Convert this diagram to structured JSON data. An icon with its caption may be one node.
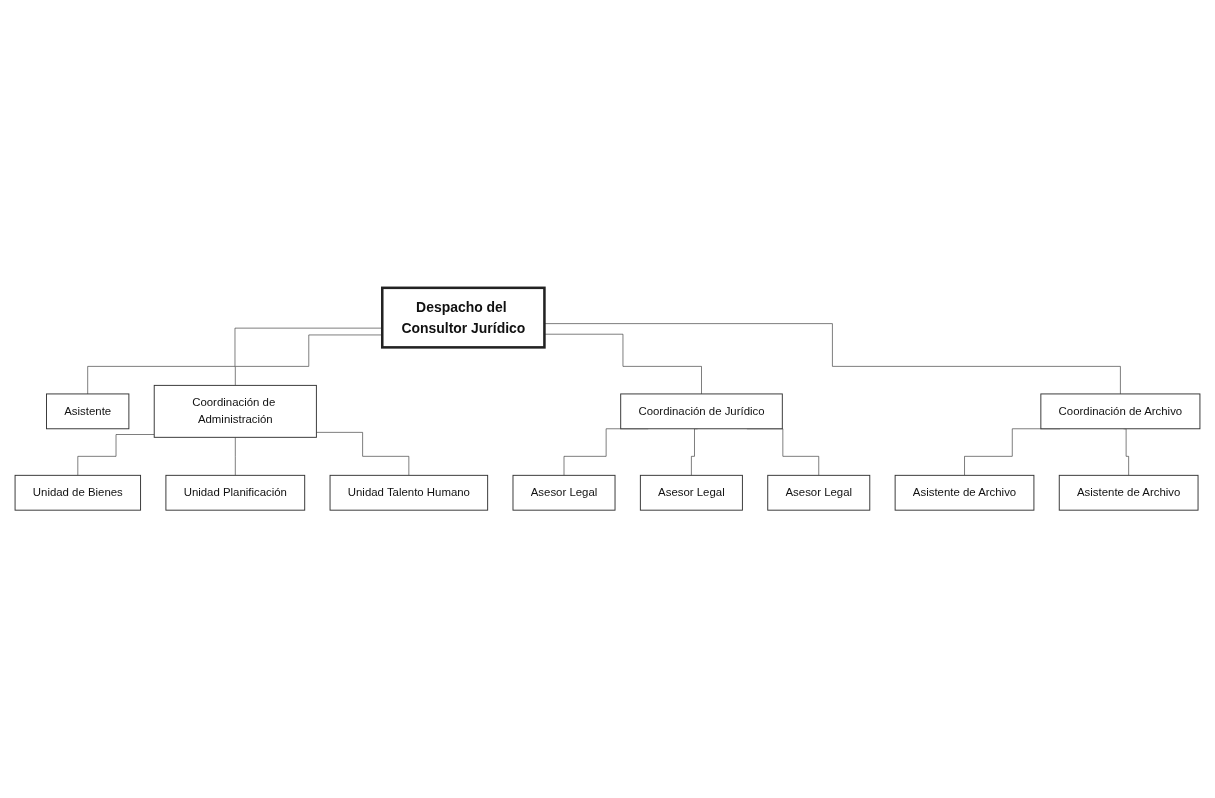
{
  "diagram": {
    "nodes": [
      {
        "text": [
          "Despacho del Consultor Jurídico"
        ]
      },
      {
        "text": [
          "Asistente"
        ]
      },
      {
        "text": [
          "Coordinación de Administración"
        ]
      },
      {
        "text": [
          "Unidad de Bienes"
        ]
      },
      {
        "text": [
          "Unidad Planificación"
        ]
      },
      {
        "text": [
          "Unidad Talento Humano"
        ]
      },
      {
        "text": [
          "Coordinación de Jurídico"
        ]
      },
      {
        "text": [
          "Coordinación de Archivo"
        ]
      },
      {
        "text": [
          "Asesor Legal"
        ]
      },
      {
        "text": [
          "Asesor Legal"
        ]
      },
      {
        "text": [
          "Asesor Legal"
        ]
      },
      {
        "text": [
          "Asistente de Archivo"
        ]
      },
      {
        "text": [
          "Asistente de Archivo"
        ]
      }
    ],
    "edges": [
      {
        "from": 0,
        "to": 1,
        "arrow": "none"
      },
      {
        "from": 0,
        "to": 2,
        "arrow": "none"
      },
      {
        "from": 2,
        "to": 3,
        "arrow": "none"
      },
      {
        "from": 2,
        "to": 4,
        "arrow": "none"
      },
      {
        "from": 2,
        "to": 5,
        "arrow": "none"
      },
      {
        "from": 0,
        "to": 6,
        "arrow": "none"
      },
      {
        "from": 0,
        "to": 7,
        "arrow": "none"
      },
      {
        "from": 6,
        "to": 8,
        "arrow": "none"
      },
      {
        "from": 6,
        "to": 9,
        "arrow": "none"
      },
      {
        "from": 6,
        "to": 10,
        "arrow": "none"
      },
      {
        "from": 7,
        "to": 11,
        "arrow": "none"
      },
      {
        "from": 7,
        "to": 12,
        "arrow": "none"
      }
    ]
  }
}
